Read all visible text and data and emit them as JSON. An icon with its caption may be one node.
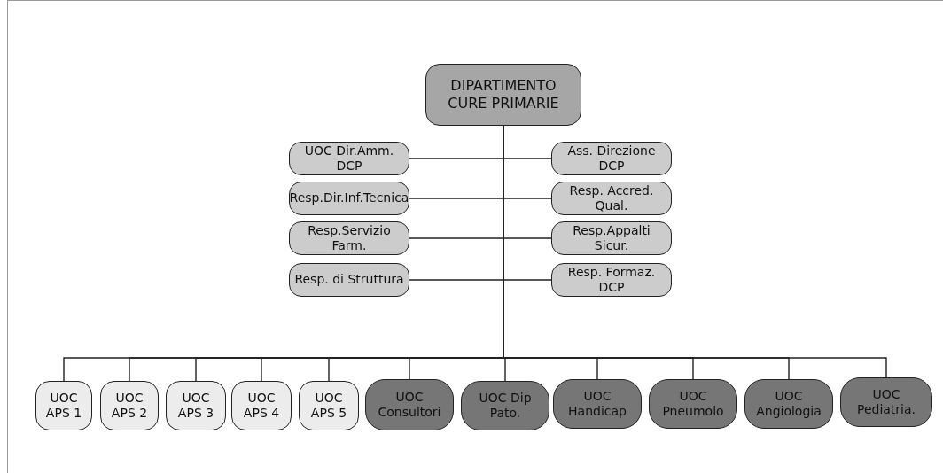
{
  "diagram": {
    "nodes": [
      {
        "text": [
          "DIPARTIMENTO CURE PRIMARIE"
        ]
      },
      {
        "text": [
          "UOC Dir.Amm. DCP"
        ]
      },
      {
        "text": [
          "Ass. Direzione DCP"
        ]
      },
      {
        "text": [
          "Resp.Dir.Inf.Tecnica"
        ]
      },
      {
        "text": [
          "Resp. Accred. Qual."
        ]
      },
      {
        "text": [
          "Resp.Servizio Farm."
        ]
      },
      {
        "text": [
          "Resp.Appalti Sicur."
        ]
      },
      {
        "text": [
          "Resp. di Struttura"
        ]
      },
      {
        "text": [
          "Resp. Formaz. DCP"
        ]
      },
      {
        "text": [
          "UOC APS 1"
        ]
      },
      {
        "text": [
          "UOC APS 2"
        ]
      },
      {
        "text": [
          "UOC APS 3"
        ]
      },
      {
        "text": [
          "UOC APS 4"
        ]
      },
      {
        "text": [
          "UOC APS 5"
        ]
      },
      {
        "text": [
          "UOC Consultori"
        ]
      },
      {
        "text": [
          "UOC Dip Pato."
        ]
      },
      {
        "text": [
          "UOC Handicap"
        ]
      },
      {
        "text": [
          "UOC Pneumolo"
        ]
      },
      {
        "text": [
          "UOC Angiologia"
        ]
      },
      {
        "text": [
          "UOC Pediatria."
        ]
      }
    ],
    "edges": [
      {
        "from": 0,
        "to": 1,
        "arrow": "none"
      },
      {
        "from": 0,
        "to": 2,
        "arrow": "none"
      },
      {
        "from": 0,
        "to": 3,
        "arrow": "none"
      },
      {
        "from": 0,
        "to": 4,
        "arrow": "none"
      },
      {
        "from": 0,
        "to": 5,
        "arrow": "none"
      },
      {
        "from": 0,
        "to": 6,
        "arrow": "none"
      },
      {
        "from": 0,
        "to": 7,
        "arrow": "none"
      },
      {
        "from": 0,
        "to": 8,
        "arrow": "none"
      },
      {
        "from": 0,
        "to": 9,
        "arrow": "none"
      },
      {
        "from": 0,
        "to": 10,
        "arrow": "none"
      },
      {
        "from": 0,
        "to": 11,
        "arrow": "none"
      },
      {
        "from": 0,
        "to": 12,
        "arrow": "none"
      },
      {
        "from": 0,
        "to": 13,
        "arrow": "none"
      },
      {
        "from": 0,
        "to": 14,
        "arrow": "none"
      },
      {
        "from": 0,
        "to": 15,
        "arrow": "none"
      },
      {
        "from": 0,
        "to": 16,
        "arrow": "none"
      },
      {
        "from": 0,
        "to": 17,
        "arrow": "none"
      },
      {
        "from": 0,
        "to": 18,
        "arrow": "none"
      },
      {
        "from": 0,
        "to": 19,
        "arrow": "none"
      }
    ]
  }
}
